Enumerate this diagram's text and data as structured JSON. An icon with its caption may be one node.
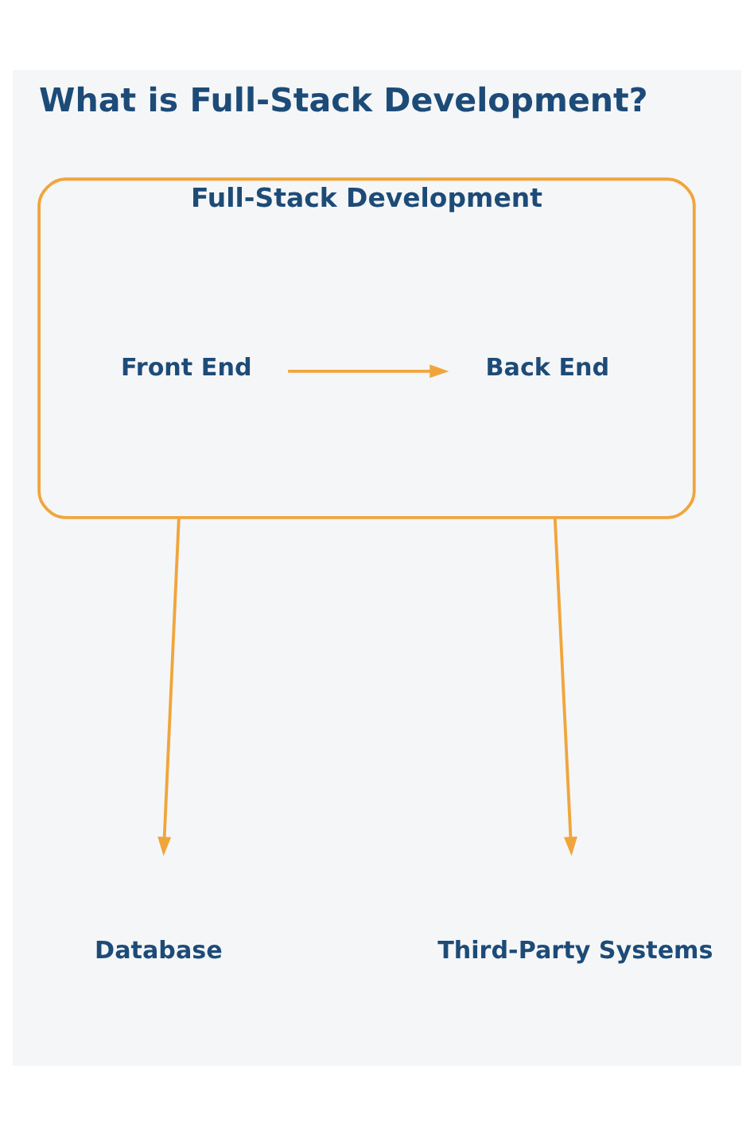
{
  "diagram": {
    "title": "What is Full-Stack Development?",
    "nodes": [
      {
        "text": [
          "Full-Stack Development"
        ]
      },
      {
        "text": [
          "Front End"
        ],
        "in": 0
      },
      {
        "text": [
          "Back End"
        ],
        "in": 0
      },
      {
        "text": [
          "Database"
        ]
      },
      {
        "text": [
          "Third-Party Systems"
        ]
      }
    ],
    "edges": [
      {
        "from": 1,
        "to": 2,
        "arrow": "to"
      },
      {
        "from": 0,
        "to": 3,
        "arrow": "to"
      },
      {
        "from": 0,
        "to": 4,
        "arrow": "to"
      }
    ]
  }
}
